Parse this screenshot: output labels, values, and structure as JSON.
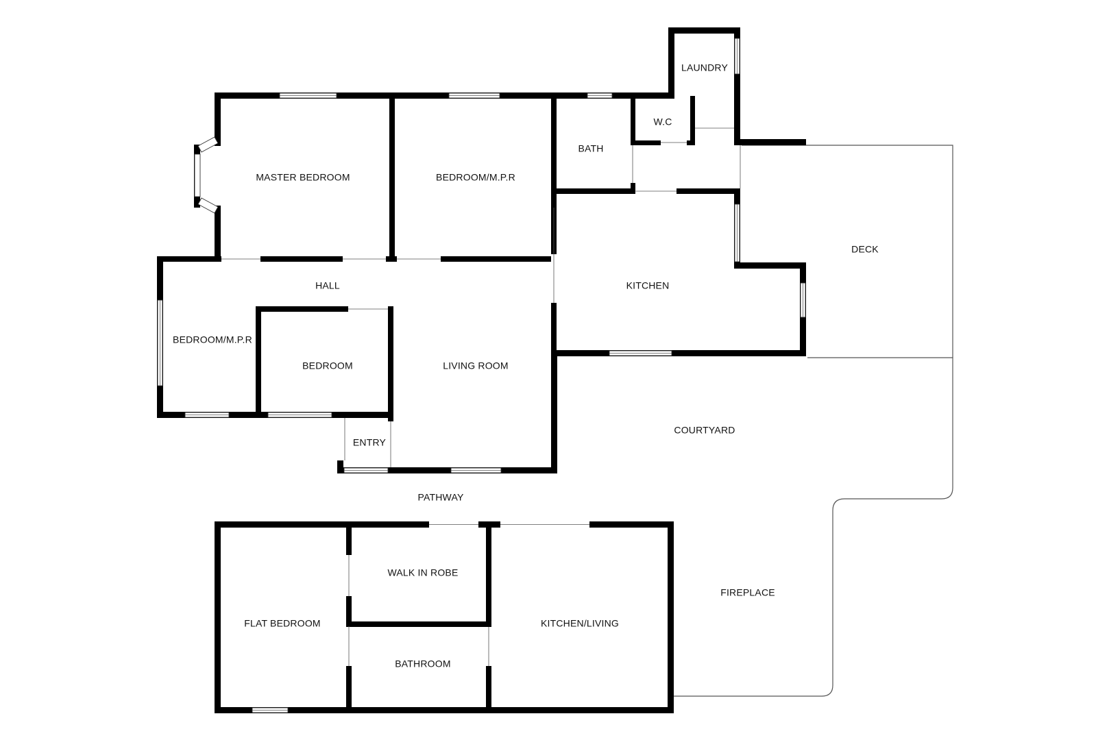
{
  "plan": {
    "rooms": {
      "laundry": "LAUNDRY",
      "wc": "W.C",
      "master_bedroom": "MASTER BEDROOM",
      "bedroom_mpr_top": "BEDROOM/M.P.R",
      "bath": "BATH",
      "deck": "DECK",
      "hall": "HALL",
      "kitchen": "KITCHEN",
      "bedroom_mpr_left": "BEDROOM/M.P.R",
      "bedroom": "BEDROOM",
      "living_room": "LIVING ROOM",
      "courtyard": "COURTYARD",
      "entry": "ENTRY",
      "pathway": "PATHWAY",
      "walk_in_robe": "WALK IN ROBE",
      "fireplace": "FIREPLACE",
      "flat_bedroom": "FLAT BEDROOM",
      "kitchen_living": "KITCHEN/LIVING",
      "bathroom": "BATHROOM"
    }
  }
}
